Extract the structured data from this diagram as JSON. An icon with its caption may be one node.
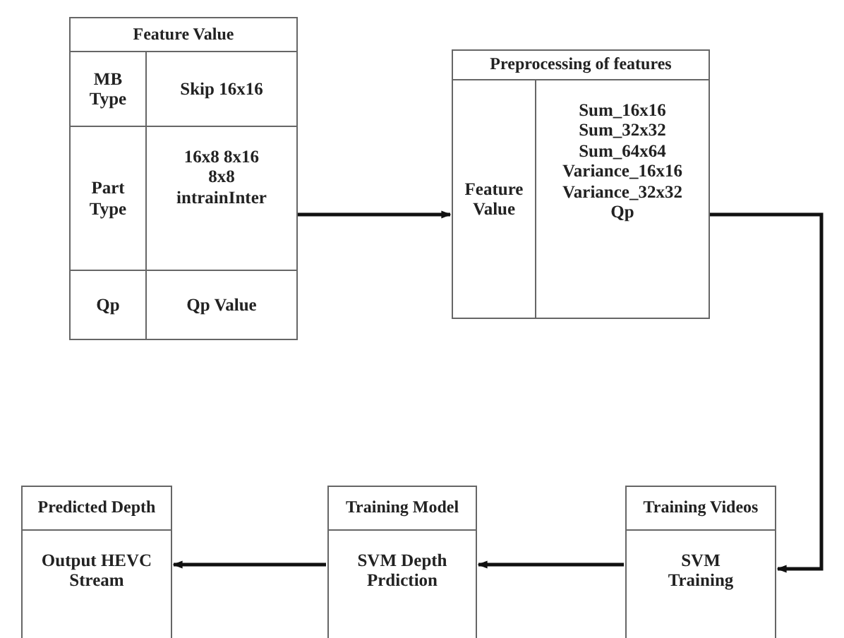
{
  "diagram": {
    "nodes": [
      {
        "text": [
          "Feature Value",
          "MB Type",
          "Skip 16x16",
          "Part Type",
          "16x8 8x16 8x8 intrainInter",
          "Qp",
          "Qp Value"
        ]
      },
      {
        "text": [
          "Preprocessing of features",
          "Feature Value",
          "Sum_16x16 Sum_32x32 Sum_64x64 Variance_16x16 Variance_32x32 Qp"
        ]
      },
      {
        "text": [
          "Predicted Depth",
          "Output HEVC Stream"
        ]
      },
      {
        "text": [
          "Training Model",
          "SVM Depth Prdiction"
        ]
      },
      {
        "text": [
          "Training Videos",
          "SVM Training"
        ]
      }
    ],
    "edges": [
      {
        "from": 0,
        "to": 1,
        "arrow": "to"
      },
      {
        "from": 1,
        "to": 4,
        "arrow": "to"
      },
      {
        "from": 4,
        "to": 3,
        "arrow": "to"
      },
      {
        "from": 3,
        "to": 2,
        "arrow": "to"
      }
    ]
  }
}
